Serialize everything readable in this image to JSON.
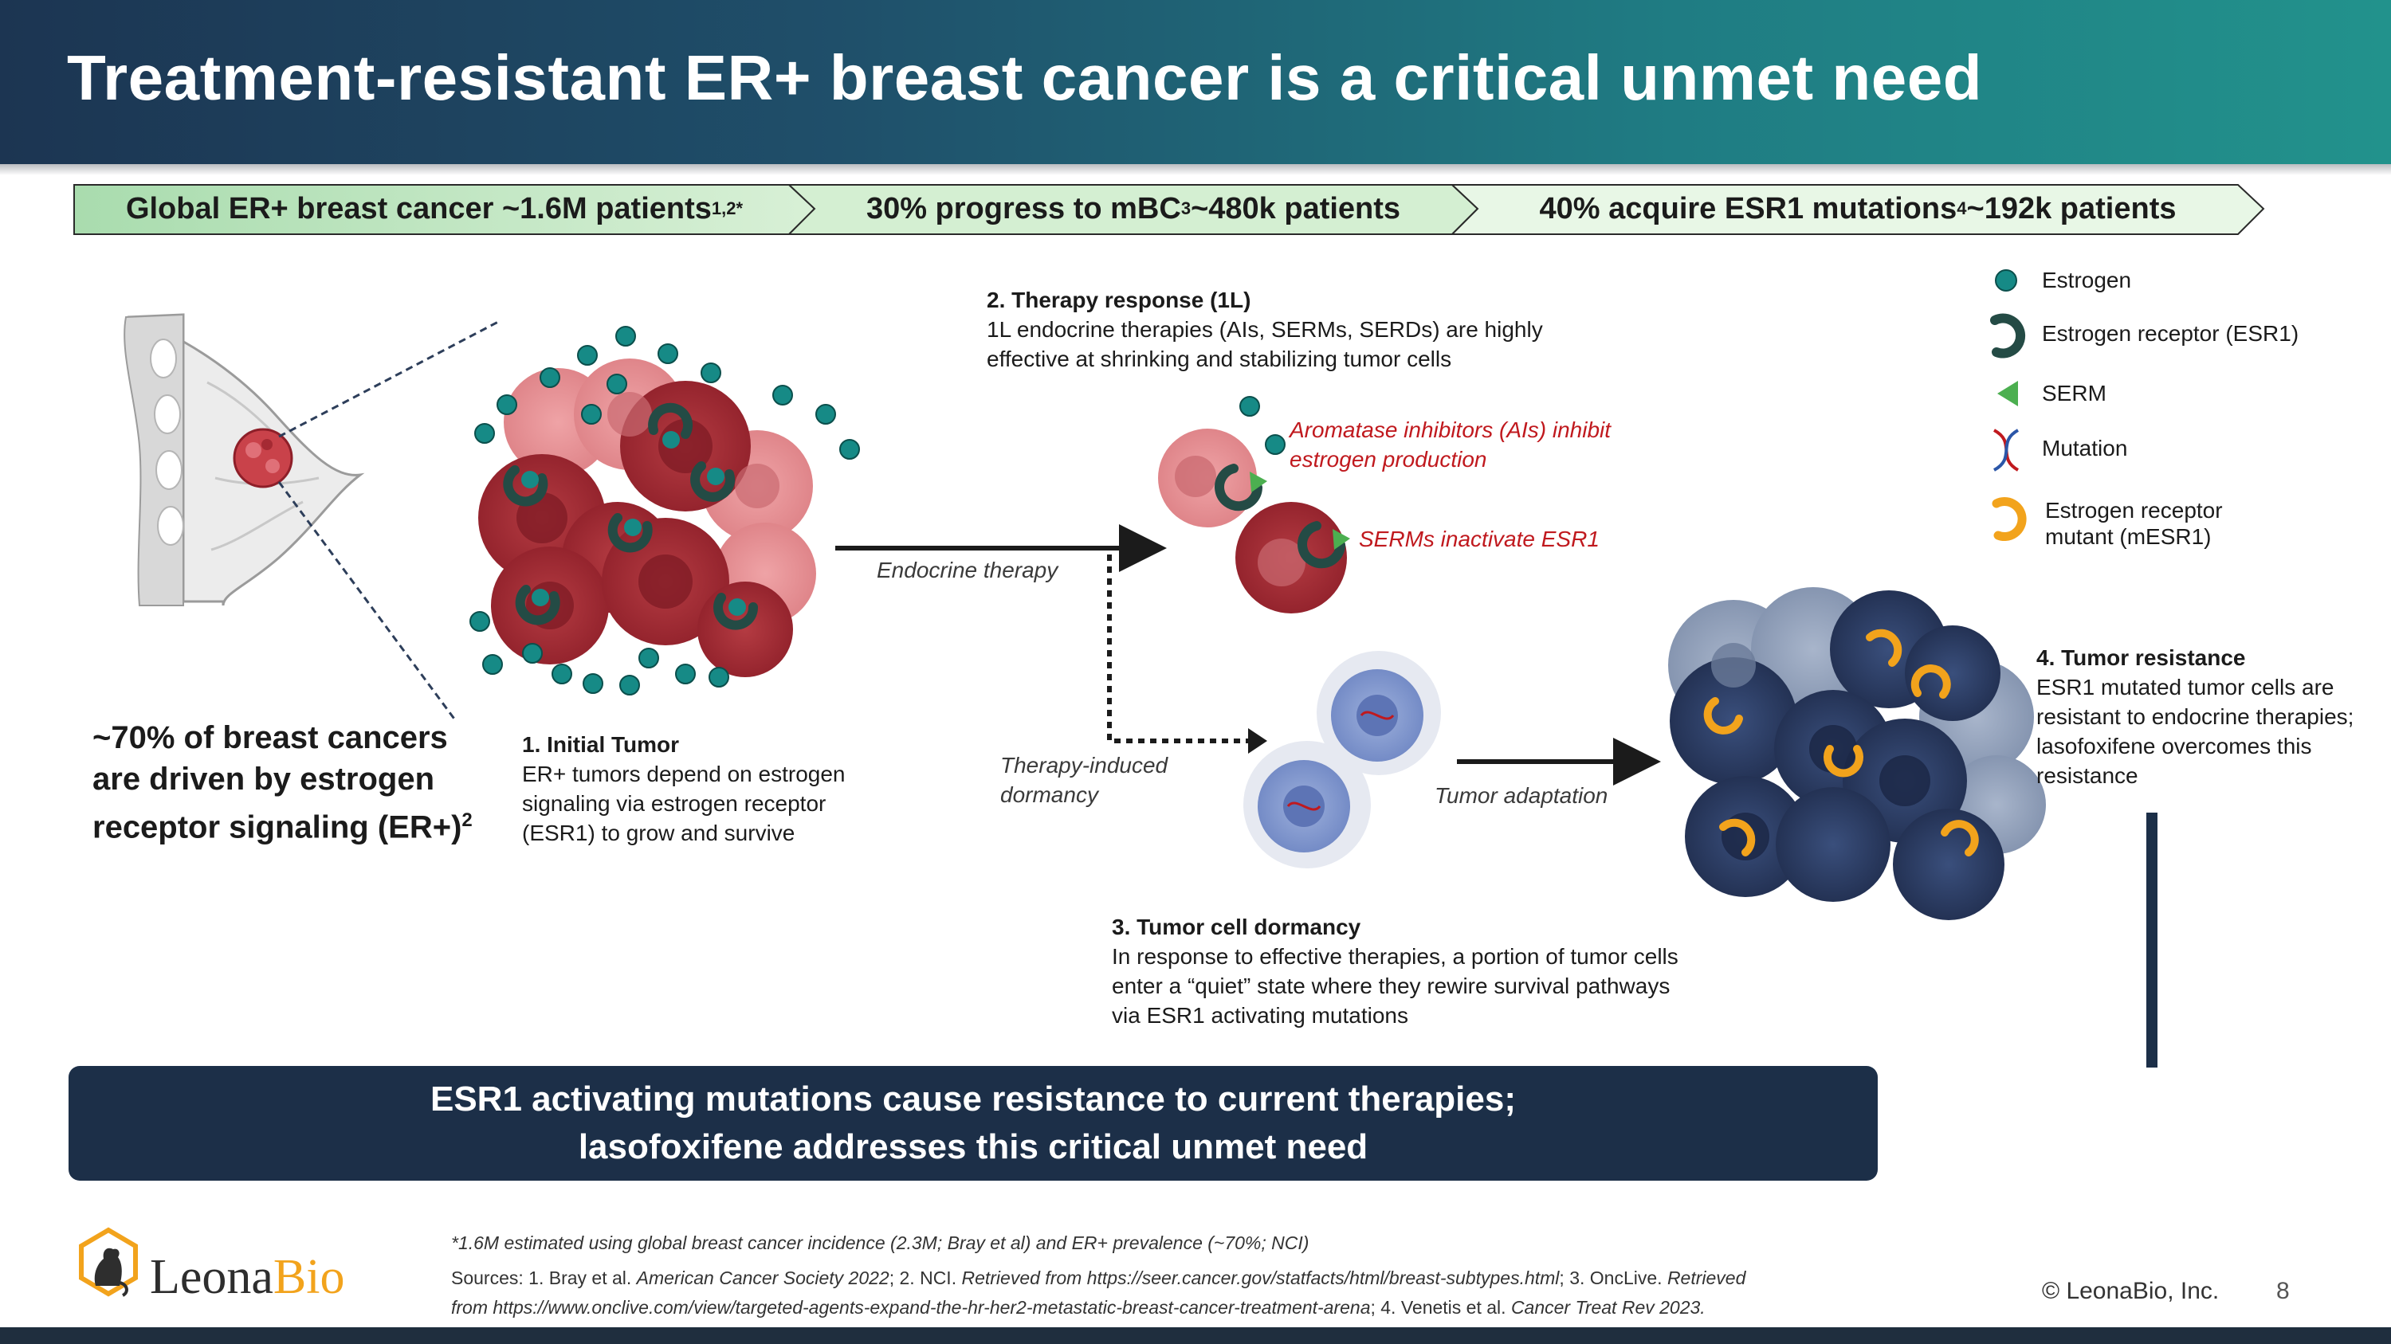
{
  "header": {
    "title": "Treatment-resistant ER+ breast cancer is a critical unmet need"
  },
  "steps": [
    {
      "text": "Global ER+ breast cancer ~1.6M patients",
      "sup": "1,2*"
    },
    {
      "text_a": "30% progress to mBC",
      "sup": "3",
      "text_b": " ~480k patients"
    },
    {
      "text_a": "40% acquire ESR1 mutations",
      "sup": "4",
      "text_b": " ~192k patients"
    }
  ],
  "left_callout": {
    "text": "~70% of breast cancers are driven by estrogen receptor signaling (ER+)",
    "sup": "2"
  },
  "initial_tumor": {
    "title": "1. Initial Tumor",
    "body": "ER+ tumors depend on estrogen signaling via estrogen receptor (ESR1) to grow and survive"
  },
  "therapy_response": {
    "title": "2. Therapy response (1L)",
    "body": "1L endocrine therapies (AIs, SERMs, SERDs) are highly effective at shrinking and stabilizing tumor cells"
  },
  "arrows": {
    "endocrine": "Endocrine therapy",
    "dormancy": "Therapy-induced dormancy",
    "adaptation": "Tumor adaptation"
  },
  "red_labels": {
    "ai": "Aromatase inhibitors (AIs) inhibit estrogen production",
    "serm": "SERMs inactivate ESR1"
  },
  "dormancy": {
    "title": "3. Tumor cell dormancy",
    "body": "In response to effective therapies, a portion of tumor cells enter a “quiet” state where they rewire survival pathways via ESR1 activating mutations"
  },
  "resistance": {
    "title": "4. Tumor resistance",
    "body": "ESR1 mutated tumor cells are resistant to endocrine therapies; lasofoxifene overcomes this resistance"
  },
  "legend": {
    "estrogen": "Estrogen",
    "receptor": "Estrogen receptor (ESR1)",
    "serm": "SERM",
    "mutation": "Mutation",
    "mutant_line1": "Estrogen receptor",
    "mutant_line2": "mutant (mESR1)"
  },
  "banner": {
    "line1": "ESR1 activating mutations cause resistance to current therapies;",
    "line2": "lasofoxifene addresses this critical unmet need"
  },
  "footer": {
    "note": "*1.6M estimated using global breast cancer incidence (2.3M; Bray et al) and ER+ prevalence (~70%; NCI)",
    "src_a": "Sources: 1. Bray et al. ",
    "src_b": "American Cancer Society 2022",
    "src_c": "; 2. NCI. ",
    "src_d": "Retrieved from https://seer.cancer.gov/statfacts/html/breast-subtypes.html",
    "src_e": "; 3. OncLive. ",
    "src_f": "Retrieved",
    "src_g": "from https://www.onclive.com/view/targeted-agents-expand-the-hr-her2-metastatic-breast-cancer-treatment-arena",
    "src_h": "; 4. Venetis et al. ",
    "src_i": "Cancer Treat Rev 2023.",
    "copyright": "© LeonaBio, Inc.",
    "page": "8",
    "logo_a": "Leona",
    "logo_b": "Bio"
  },
  "colors": {
    "teal": "#168a86",
    "green_step": "#cfeccf",
    "green_step_dark": "#a9dcae",
    "navy": "#1c2f48",
    "red_text": "#c0191e",
    "orange": "#f2a31c"
  }
}
